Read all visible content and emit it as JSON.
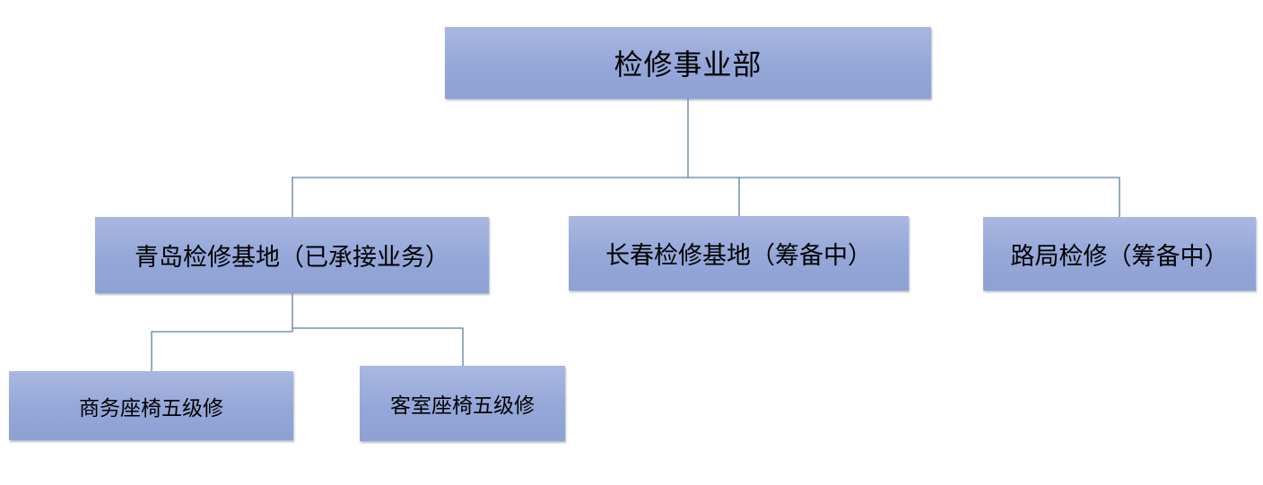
{
  "diagram": {
    "type": "org-chart",
    "line_color": "#5a7fa8",
    "box_color": "#9aabd9",
    "root": {
      "label": "检修事业部"
    },
    "bases": [
      {
        "label": "青岛检修基地（已承接业务）"
      },
      {
        "label": "长春检修基地（筹备中）"
      },
      {
        "label": "路局检修（筹备中）"
      }
    ],
    "qingdao_children": [
      {
        "label": "商务座椅五级修"
      },
      {
        "label": "客室座椅五级修"
      }
    ]
  }
}
